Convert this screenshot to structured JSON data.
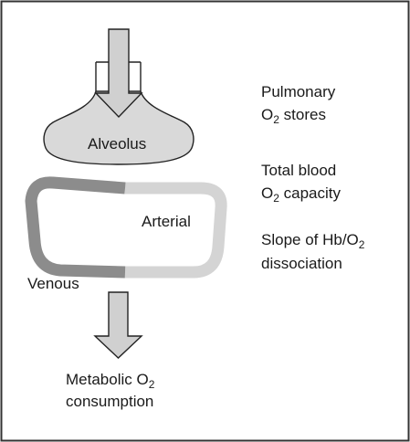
{
  "labels": {
    "alveolus": "Alveolus",
    "arterial": "Arterial",
    "venous": "Venous",
    "metabolic_line1": "Metabolic O",
    "metabolic_line1_sub": "2",
    "metabolic_line2": "consumption"
  },
  "factors": {
    "pulmonary_line1": "Pulmonary",
    "pulmonary_line2_prefix": "O",
    "pulmonary_line2_sub": "2",
    "pulmonary_line2_suffix": " stores",
    "blood_line1": "Total blood",
    "blood_line2_prefix": "O",
    "blood_line2_sub": "2",
    "blood_line2_suffix": " capacity",
    "slope_line1_prefix": "Slope of Hb/O",
    "slope_line1_sub": "2",
    "slope_line2": "dissociation"
  },
  "colors": {
    "frame": "#333333",
    "alveolus_fill": "#d9d9d9",
    "arrow_fill": "#d0d0d0",
    "outline": "#222222",
    "venous_loop": "#8c8c8c",
    "arterial_loop": "#d4d4d4",
    "text": "#1a1a1a"
  }
}
